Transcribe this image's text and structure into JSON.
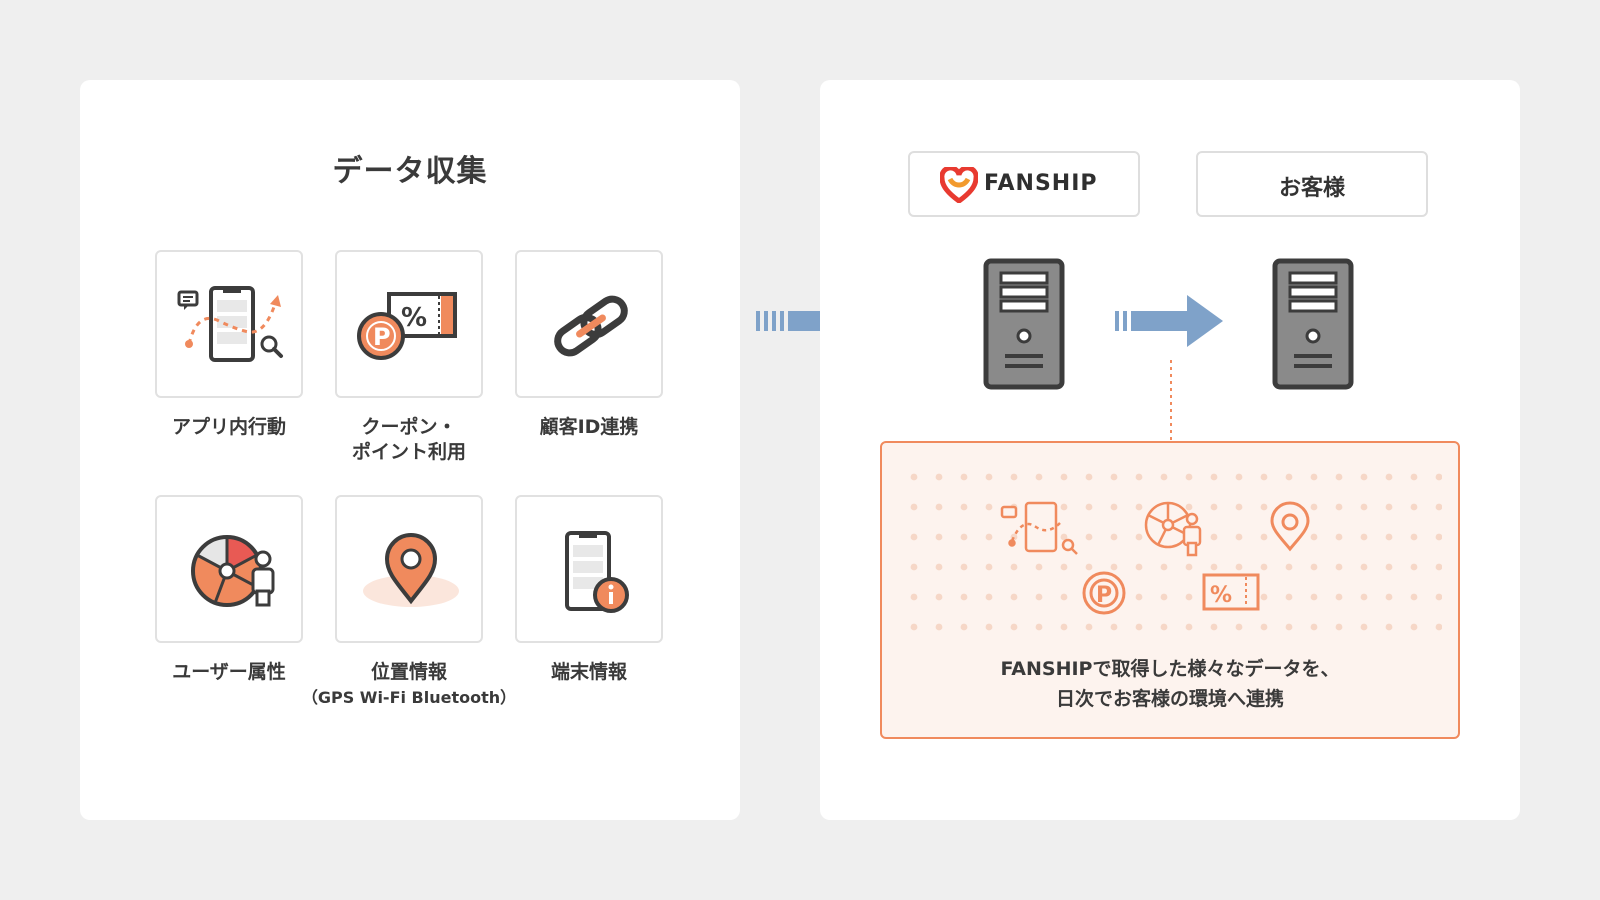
{
  "left": {
    "title": "データ収集",
    "cards": [
      {
        "label": "アプリ内行動",
        "icon": "app-behavior-icon"
      },
      {
        "label_line1": "クーポン・",
        "label_line2": "ポイント利用",
        "icon": "coupon-point-icon"
      },
      {
        "label": "顧客ID連携",
        "icon": "link-icon"
      },
      {
        "label": "ユーザー属性",
        "icon": "user-attribute-icon"
      },
      {
        "label": "位置情報",
        "sub": "（GPS  Wi-Fi  Bluetooth）",
        "icon": "location-pin-icon"
      },
      {
        "label": "端末情報",
        "icon": "device-info-icon"
      }
    ]
  },
  "right": {
    "fanship_logo_text": "FANSHIP",
    "customer_label": "お客様",
    "caption_line1": "FANSHIPで取得した様々なデータを、",
    "caption_line2": "日次でお客様の環境へ連携"
  },
  "colors": {
    "accent_orange": "#f08a5d",
    "arrow_blue": "#7fa2c9",
    "server_gray": "#8a8a8a",
    "dark": "#3c3c3c",
    "logo_red": "#e83a30"
  }
}
